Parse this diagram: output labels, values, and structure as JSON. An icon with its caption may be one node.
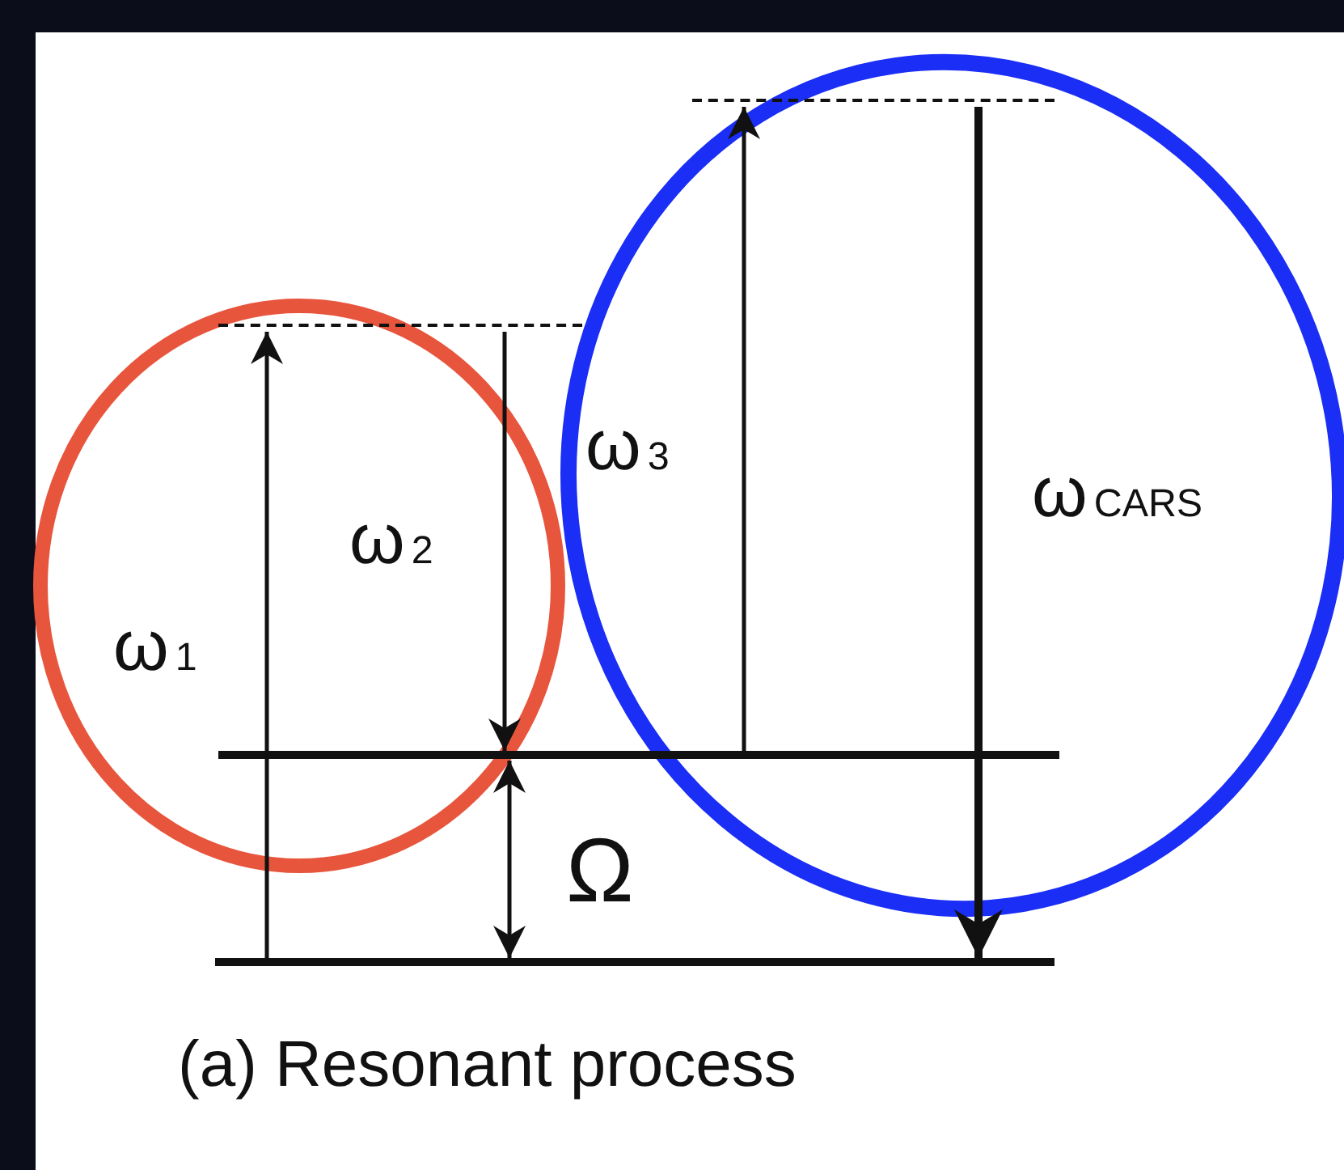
{
  "diagram": {
    "caption": "(a) Resonant process",
    "nodes": [
      {
        "text": [],
        "shape": "line"
      },
      {
        "text": [],
        "shape": "line"
      },
      {
        "text": [],
        "shape": "line"
      },
      {
        "text": [],
        "shape": "line"
      }
    ],
    "edges": [
      {
        "from": 3,
        "to": 1,
        "arrow": "to",
        "label": "ω$_{1}$"
      },
      {
        "from": 1,
        "to": 2,
        "arrow": "to",
        "label": "ω$_{2}$"
      },
      {
        "from": 2,
        "to": 0,
        "arrow": "to",
        "label": "ω$_{3}$"
      },
      {
        "from": 0,
        "to": 3,
        "arrow": "to",
        "label": "ω$_{CARS}$",
        "style": "thick"
      },
      {
        "from": 2,
        "to": 3,
        "arrow": "both",
        "label": "Ω"
      }
    ]
  }
}
